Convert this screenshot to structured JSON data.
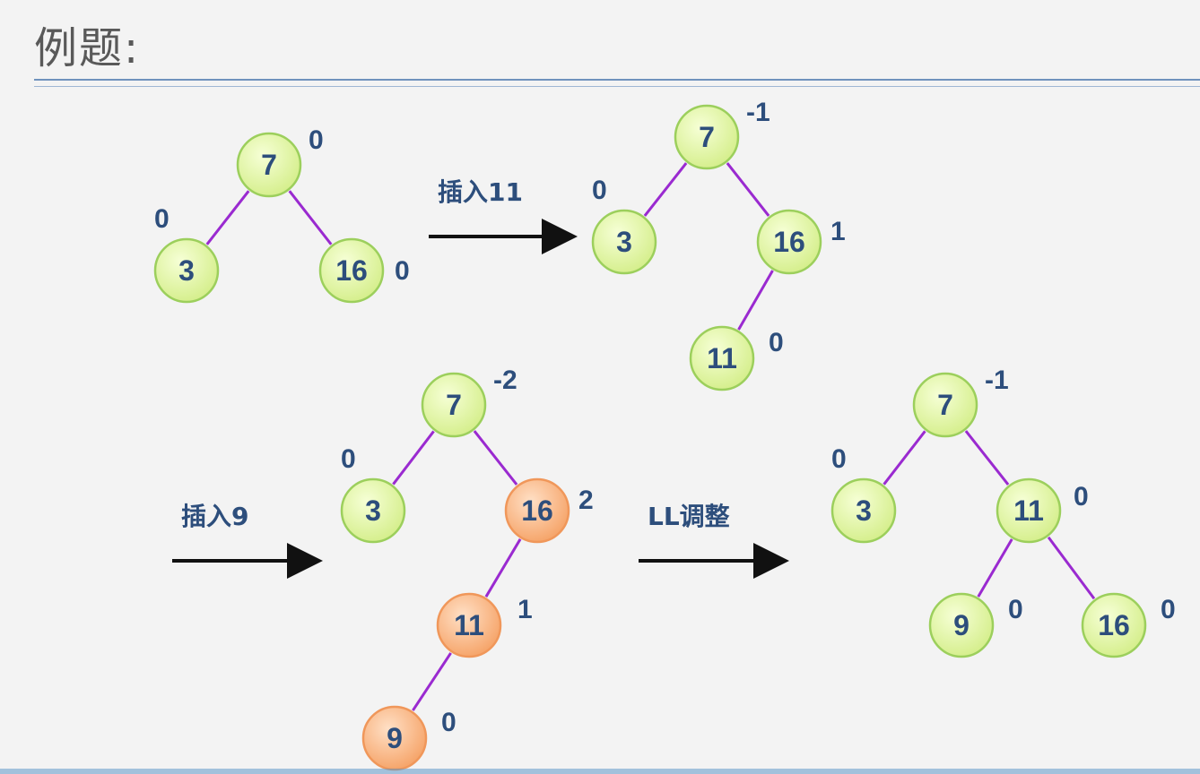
{
  "title": "例题:",
  "steps": [
    {
      "label": "插入11"
    },
    {
      "label": "插入9"
    },
    {
      "label": "LL调整"
    }
  ],
  "colors": {
    "green_fill": "#e4f5a8",
    "green_stroke": "#9ccf5c",
    "orange_fill": "#f9bd8e",
    "orange_stroke": "#f0975a",
    "edge": "#9a2ad0",
    "text": "#2d4e7c",
    "rule": "#6f92bd"
  },
  "trees": [
    {
      "name": "initial",
      "nodes": [
        {
          "id": "n7",
          "key": "7",
          "bf": "0",
          "color": "green"
        },
        {
          "id": "n3",
          "key": "3",
          "bf": "0",
          "color": "green"
        },
        {
          "id": "n16",
          "key": "16",
          "bf": "0",
          "color": "green"
        }
      ],
      "edges": [
        [
          "n7",
          "n3"
        ],
        [
          "n7",
          "n16"
        ]
      ]
    },
    {
      "name": "after-insert-11",
      "nodes": [
        {
          "id": "n7",
          "key": "7",
          "bf": "-1",
          "color": "green"
        },
        {
          "id": "n3",
          "key": "3",
          "bf": "0",
          "color": "green"
        },
        {
          "id": "n16",
          "key": "16",
          "bf": "1",
          "color": "green"
        },
        {
          "id": "n11",
          "key": "11",
          "bf": "0",
          "color": "green"
        }
      ],
      "edges": [
        [
          "n7",
          "n3"
        ],
        [
          "n7",
          "n16"
        ],
        [
          "n16",
          "n11"
        ]
      ]
    },
    {
      "name": "after-insert-9",
      "nodes": [
        {
          "id": "n7",
          "key": "7",
          "bf": "-2",
          "color": "green"
        },
        {
          "id": "n3",
          "key": "3",
          "bf": "0",
          "color": "green"
        },
        {
          "id": "n16",
          "key": "16",
          "bf": "2",
          "color": "orange"
        },
        {
          "id": "n11",
          "key": "11",
          "bf": "1",
          "color": "orange"
        },
        {
          "id": "n9",
          "key": "9",
          "bf": "0",
          "color": "orange"
        }
      ],
      "edges": [
        [
          "n7",
          "n3"
        ],
        [
          "n7",
          "n16"
        ],
        [
          "n16",
          "n11"
        ],
        [
          "n11",
          "n9"
        ]
      ]
    },
    {
      "name": "after-ll-rotation",
      "nodes": [
        {
          "id": "n7",
          "key": "7",
          "bf": "-1",
          "color": "green"
        },
        {
          "id": "n3",
          "key": "3",
          "bf": "0",
          "color": "green"
        },
        {
          "id": "n11",
          "key": "11",
          "bf": "0",
          "color": "green"
        },
        {
          "id": "n9",
          "key": "9",
          "bf": "0",
          "color": "green"
        },
        {
          "id": "n16",
          "key": "16",
          "bf": "0",
          "color": "green"
        }
      ],
      "edges": [
        [
          "n7",
          "n3"
        ],
        [
          "n7",
          "n11"
        ],
        [
          "n11",
          "n9"
        ],
        [
          "n11",
          "n16"
        ]
      ]
    }
  ]
}
